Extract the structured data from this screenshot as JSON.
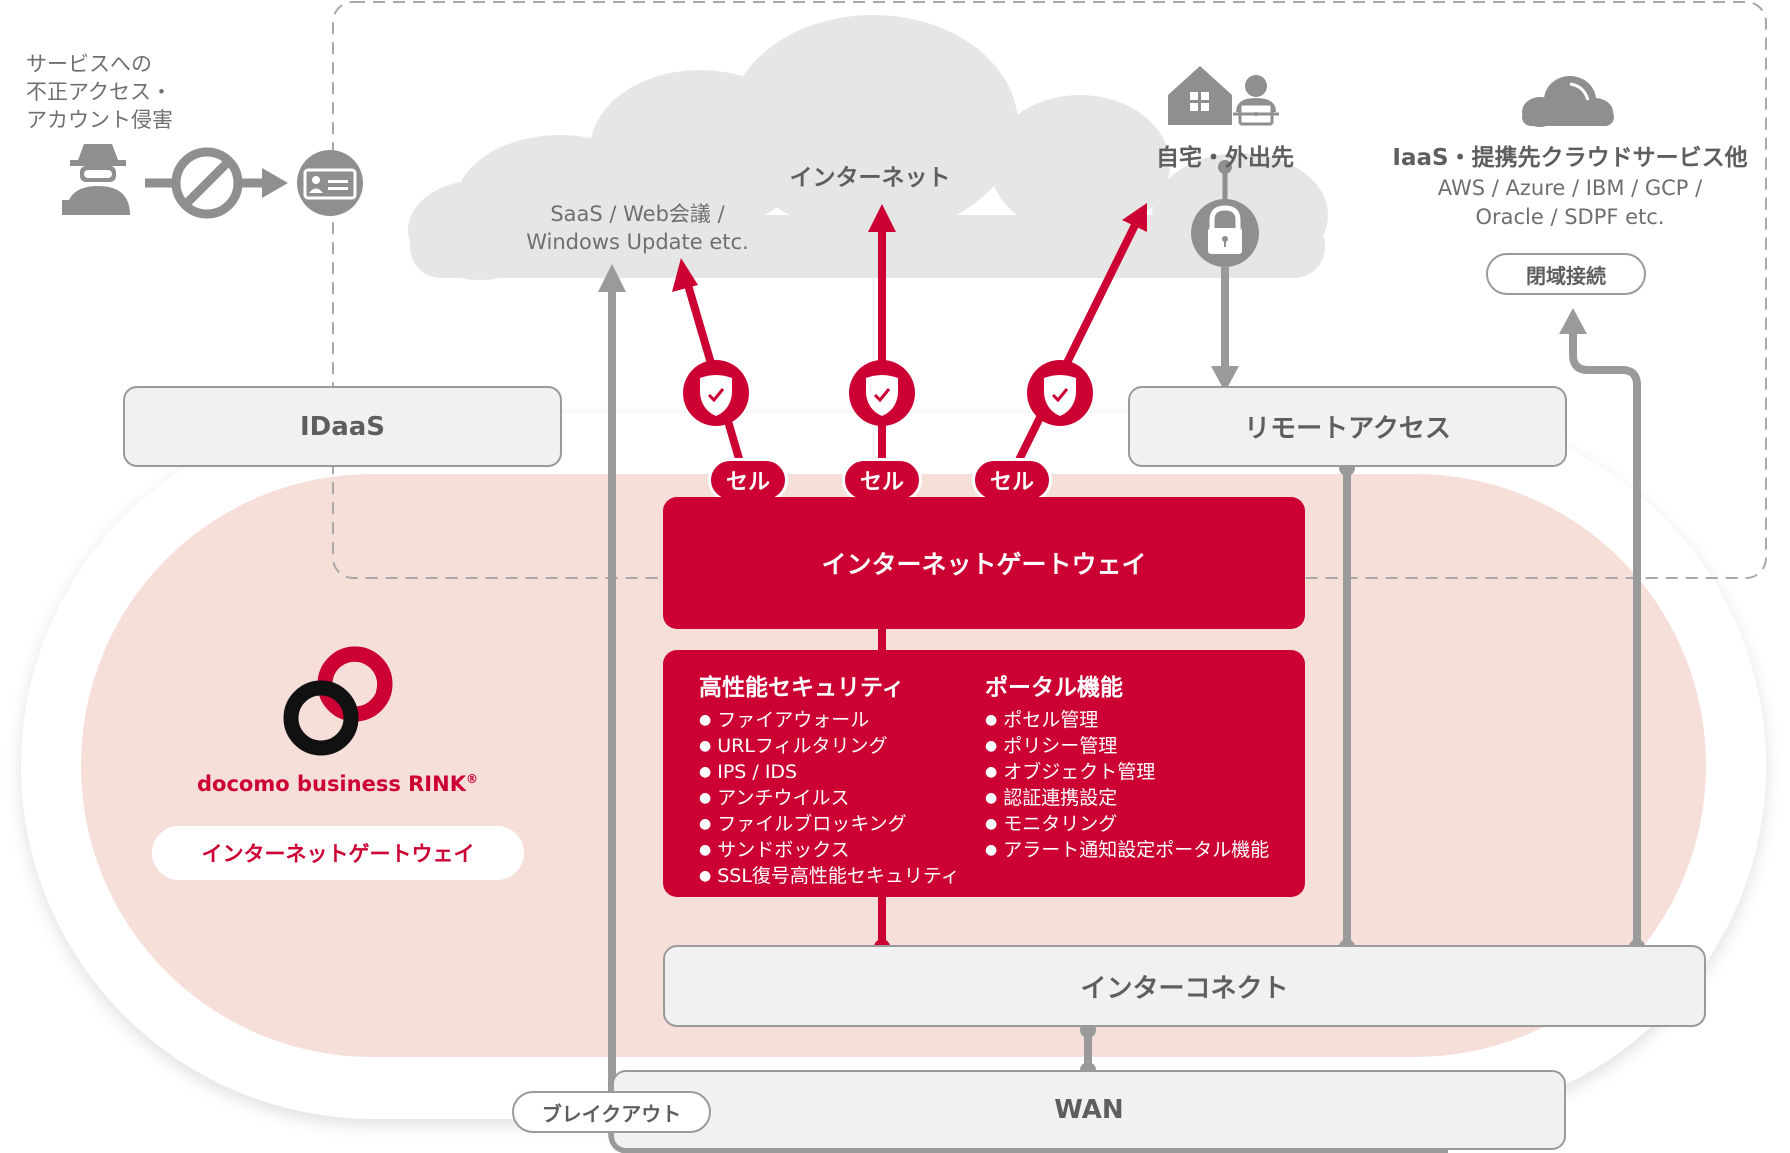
{
  "threat": {
    "lines": [
      "サービスへの",
      "不正アクセス・",
      "アカウント侵害"
    ],
    "icons": [
      "hacker-icon",
      "prohibited-icon",
      "id-card-icon"
    ]
  },
  "cloud": {
    "internet_label": "インターネット",
    "saas_line1": "SaaS / Web会議 /",
    "saas_line2": "Windows Update etc.",
    "home_label": "自宅・外出先"
  },
  "iaas": {
    "title": "IaaS・提携先クラウドサービス他",
    "line1": "AWS / Azure / IBM / GCP /",
    "line2": "Oracle / SDPF etc.",
    "closed_connection": "閉域接続"
  },
  "idaas_label": "IDaaS",
  "remote_access_label": "リモートアクセス",
  "cells": [
    "セル",
    "セル",
    "セル"
  ],
  "gateway_label": "インターネットゲートウェイ",
  "security": {
    "title": "高性能セキュリティ",
    "items": [
      "ファイアウォール",
      "URLフィルタリング",
      "IPS / IDS",
      "アンチウイルス",
      "ファイルブロッキング",
      "サンドボックス",
      "SSL復号高性能セキュリティ"
    ]
  },
  "portal": {
    "title": "ポータル機能",
    "items": [
      "ポセル管理",
      "ポリシー管理",
      "オブジェクト管理",
      "認証連携設定",
      "モニタリング",
      "アラート通知設定ポータル機能"
    ]
  },
  "brand": {
    "name": "docomo business RINK",
    "registered": "®",
    "product": "インターネットゲートウェイ"
  },
  "interconnect_label": "インターコネクト",
  "wan_label": "WAN",
  "breakout_label": "ブレイクアウト",
  "colors": {
    "accent_red": "#cc0033",
    "gray": "#9a9a9a",
    "pink_bg": "#f6dfd8",
    "cloud_gray": "#e6e6e6"
  }
}
